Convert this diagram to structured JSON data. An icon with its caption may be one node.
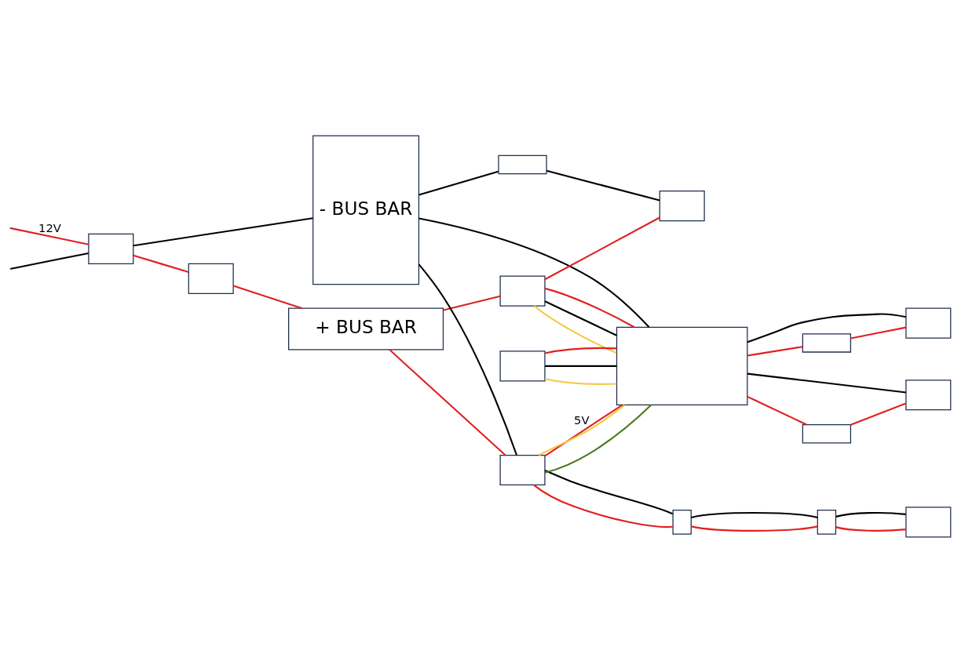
{
  "diagram": {
    "nodes": [
      {
        "text": [],
        "shape": "box"
      },
      {
        "text": [],
        "shape": "box"
      },
      {
        "text": [
          "+ BUS BAR"
        ]
      },
      {
        "text": [
          "- BUS BAR"
        ]
      },
      {
        "text": [],
        "shape": "box"
      },
      {
        "text": [],
        "shape": "box"
      },
      {
        "text": [],
        "shape": "box"
      },
      {
        "text": [],
        "shape": "box"
      },
      {
        "text": [],
        "shape": "box"
      },
      {
        "text": [],
        "shape": "box"
      },
      {
        "text": [],
        "shape": "box"
      },
      {
        "text": [],
        "shape": "box"
      },
      {
        "text": [],
        "shape": "box"
      },
      {
        "text": [],
        "shape": "box"
      },
      {
        "text": [],
        "shape": "box"
      },
      {
        "text": [],
        "shape": "box"
      },
      {
        "text": [],
        "shape": "box"
      }
    ],
    "edges": [
      {
        "from": null,
        "to": 0,
        "arrow": "none",
        "label": "12V",
        "color": "#e02020"
      },
      {
        "from": null,
        "to": 0,
        "arrow": "none",
        "color": "#000000"
      },
      {
        "from": 0,
        "to": 1,
        "arrow": "none",
        "color": "#e02020"
      },
      {
        "from": 1,
        "to": 2,
        "arrow": "none",
        "color": "#e02020"
      },
      {
        "from": 0,
        "to": 3,
        "arrow": "none",
        "color": "#000000"
      },
      {
        "from": 2,
        "to": 4,
        "arrow": "none",
        "color": "#e02020"
      },
      {
        "from": 3,
        "to": 4,
        "arrow": "none",
        "color": "#000000"
      },
      {
        "from": 4,
        "to": 5,
        "arrow": "none",
        "color": "#e02020"
      },
      {
        "from": 4,
        "to": 5,
        "arrow": "none",
        "color": "#000000"
      },
      {
        "from": 5,
        "to": 6,
        "arrow": "none",
        "color": "#e02020"
      },
      {
        "from": 5,
        "to": 6,
        "arrow": "none",
        "color": "#000000"
      },
      {
        "from": 6,
        "to": 7,
        "arrow": "none",
        "color": "#e02020"
      },
      {
        "from": 6,
        "to": 7,
        "arrow": "none",
        "color": "#000000"
      },
      {
        "from": 4,
        "to": 11,
        "arrow": "none",
        "label": "5V",
        "color": "#e02020"
      },
      {
        "from": 2,
        "to": 10,
        "arrow": "none",
        "color": "#e02020"
      },
      {
        "from": 3,
        "to": 8,
        "arrow": "none",
        "color": "#000000"
      },
      {
        "from": 8,
        "to": 9,
        "arrow": "none",
        "color": "#000000"
      },
      {
        "from": 3,
        "to": 11,
        "arrow": "none",
        "color": "#000000"
      },
      {
        "from": 10,
        "to": 9,
        "arrow": "none",
        "color": "#e02020"
      },
      {
        "from": 4,
        "to": 11,
        "arrow": "none",
        "color": "#4a7a1e"
      },
      {
        "from": 4,
        "to": 11,
        "arrow": "none",
        "color": "#f5c842"
      },
      {
        "from": 10,
        "to": 11,
        "arrow": "none",
        "color": "#f5c842"
      },
      {
        "from": 10,
        "to": 11,
        "arrow": "none",
        "color": "#000000"
      },
      {
        "from": 10,
        "to": 11,
        "arrow": "none",
        "color": "#e02020"
      },
      {
        "from": 12,
        "to": 11,
        "arrow": "none",
        "color": "#f5c842"
      },
      {
        "from": 12,
        "to": 11,
        "arrow": "none",
        "color": "#000000"
      },
      {
        "from": 12,
        "to": 11,
        "arrow": "none",
        "color": "#e02020"
      },
      {
        "from": 11,
        "to": 13,
        "arrow": "none",
        "color": "#e02020"
      },
      {
        "from": 13,
        "to": 14,
        "arrow": "none",
        "color": "#e02020"
      },
      {
        "from": 11,
        "to": 14,
        "arrow": "none",
        "color": "#000000"
      },
      {
        "from": 11,
        "to": 15,
        "arrow": "none",
        "color": "#e02020"
      },
      {
        "from": 15,
        "to": 16,
        "arrow": "none",
        "color": "#e02020"
      },
      {
        "from": 11,
        "to": 16,
        "arrow": "none",
        "color": "#000000"
      }
    ]
  }
}
